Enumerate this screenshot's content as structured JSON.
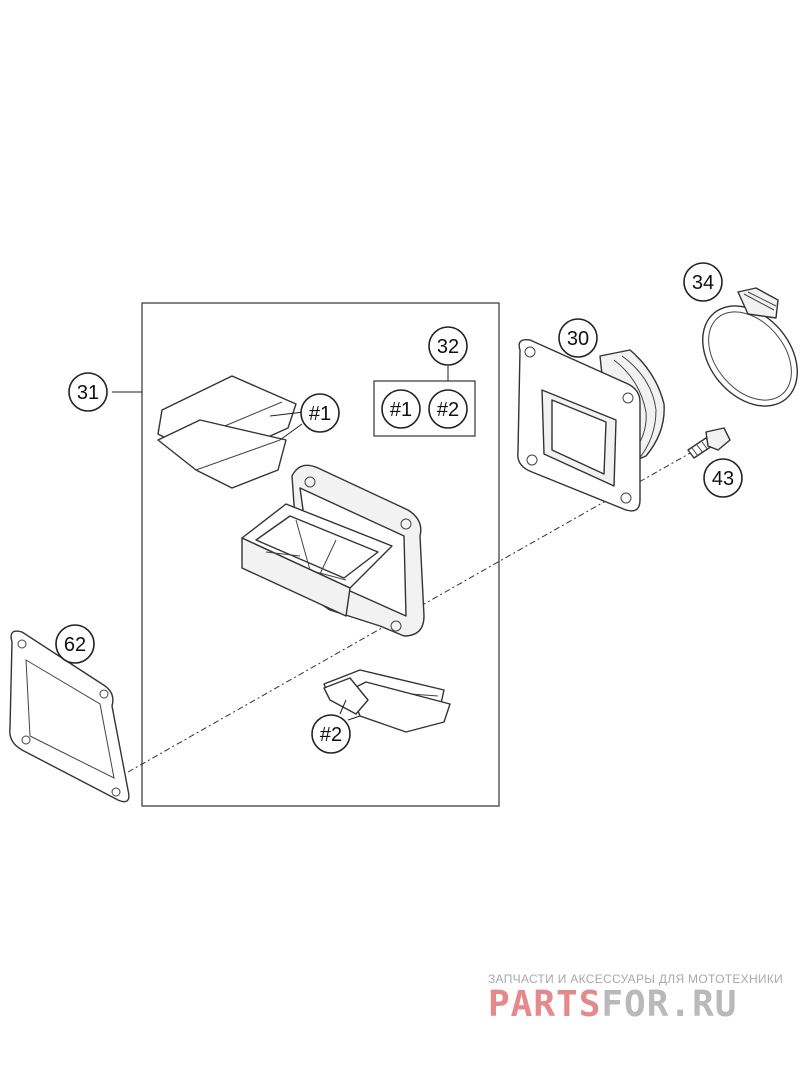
{
  "diagram": {
    "callouts": {
      "c30": "30",
      "c31": "31",
      "c32": "32",
      "c34": "34",
      "c43": "43",
      "c62": "62",
      "sub1_top": "#1",
      "sub2_bottom": "#2",
      "kit1": "#1",
      "kit2": "#2"
    }
  },
  "watermark": {
    "caption": "ЗАПЧАСТИ И АКСЕССУАРЫ ДЛЯ МОТОТЕХНИКИ",
    "logo_part1": "PARTS",
    "logo_part2": "FOR.RU"
  }
}
